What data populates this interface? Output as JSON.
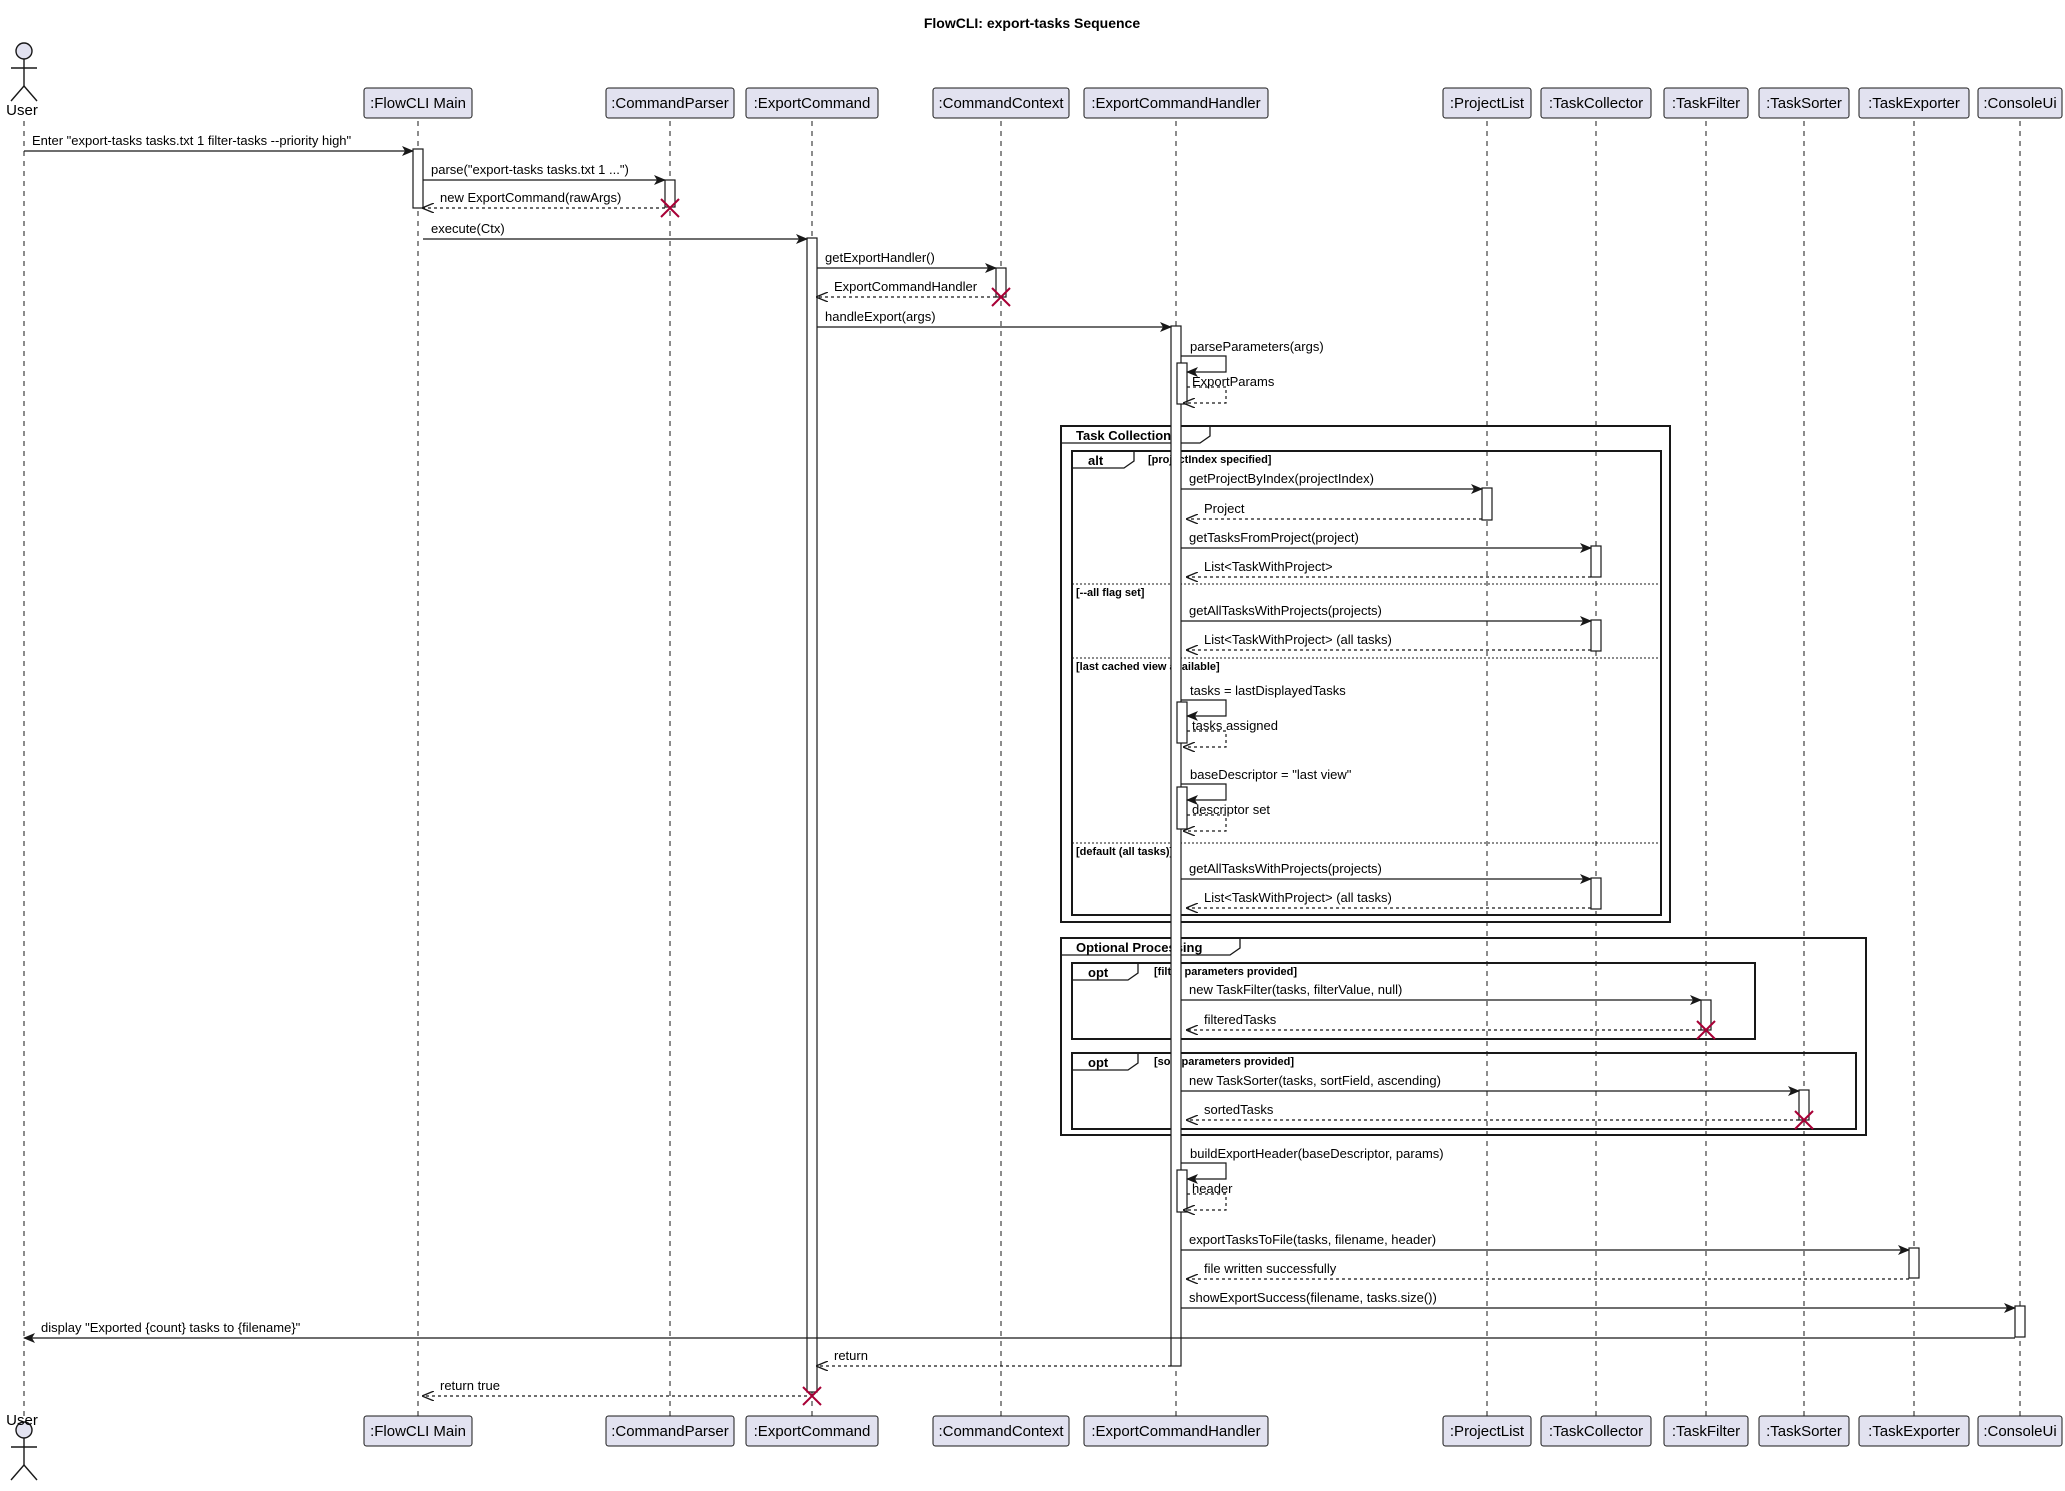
{
  "title": "FlowCLI: export-tasks Sequence",
  "actor": {
    "name": "User"
  },
  "participants": [
    {
      "name": ":FlowCLI Main"
    },
    {
      "name": ":CommandParser"
    },
    {
      "name": ":ExportCommand"
    },
    {
      "name": ":CommandContext"
    },
    {
      "name": ":ExportCommandHandler"
    },
    {
      "name": ":ProjectList"
    },
    {
      "name": ":TaskCollector"
    },
    {
      "name": ":TaskFilter"
    },
    {
      "name": ":TaskSorter"
    },
    {
      "name": ":TaskExporter"
    },
    {
      "name": ":ConsoleUi"
    }
  ],
  "messages": [
    {
      "text": "Enter \"export-tasks tasks.txt 1 filter-tasks --priority high\""
    },
    {
      "text": "parse(\"export-tasks tasks.txt 1 ...\")"
    },
    {
      "text": "new ExportCommand(rawArgs)"
    },
    {
      "text": "execute(Ctx)"
    },
    {
      "text": "getExportHandler()"
    },
    {
      "text": "ExportCommandHandler"
    },
    {
      "text": "handleExport(args)"
    },
    {
      "text": "parseParameters(args)"
    },
    {
      "text": "ExportParams"
    },
    {
      "text": "getProjectByIndex(projectIndex)"
    },
    {
      "text": "Project"
    },
    {
      "text": "getTasksFromProject(project)"
    },
    {
      "text": "List<TaskWithProject>"
    },
    {
      "text": "getAllTasksWithProjects(projects)"
    },
    {
      "text": "List<TaskWithProject> (all tasks)"
    },
    {
      "text": "tasks = lastDisplayedTasks"
    },
    {
      "text": "tasks assigned"
    },
    {
      "text": "baseDescriptor = \"last view\""
    },
    {
      "text": "descriptor set"
    },
    {
      "text": "getAllTasksWithProjects(projects)"
    },
    {
      "text": "List<TaskWithProject> (all tasks)"
    },
    {
      "text": "new TaskFilter(tasks, filterValue, null)"
    },
    {
      "text": "filteredTasks"
    },
    {
      "text": "new TaskSorter(tasks, sortField, ascending)"
    },
    {
      "text": "sortedTasks"
    },
    {
      "text": "buildExportHeader(baseDescriptor, params)"
    },
    {
      "text": "header"
    },
    {
      "text": "exportTasksToFile(tasks, filename, header)"
    },
    {
      "text": "file written successfully"
    },
    {
      "text": "showExportSuccess(filename, tasks.size())"
    },
    {
      "text": "display \"Exported {count} tasks to {filename}\""
    },
    {
      "text": "return"
    },
    {
      "text": "return true"
    }
  ],
  "frames": {
    "task_collection": {
      "label": "Task Collection"
    },
    "alt": {
      "label": "alt",
      "guards": [
        "[projectIndex specified]",
        "[--all flag set]",
        "[last cached view available]",
        "[default (all tasks)]"
      ]
    },
    "optional_processing": {
      "label": "Optional Processing"
    },
    "opt_filter": {
      "label": "opt",
      "guard": "[filter parameters provided]"
    },
    "opt_sort": {
      "label": "opt",
      "guard": "[sort parameters provided]"
    }
  },
  "colors": {
    "participant_fill": "#e2e2f0",
    "participant_border": "#181818",
    "destroy": "#a80036",
    "lifeline": "#181818"
  }
}
